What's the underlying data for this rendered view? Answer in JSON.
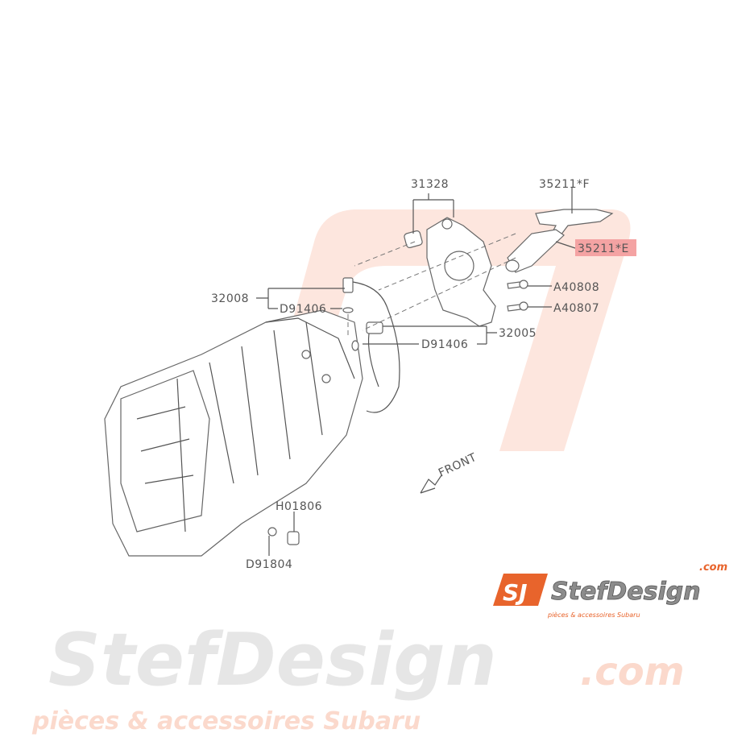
{
  "watermark": {
    "brand": "StefDesign",
    "domain": ".com",
    "tagline": "pièces & accessoires Subaru"
  },
  "logo": {
    "mark": "SJ",
    "brand": "StefDesign",
    "domain": ".com",
    "tagline": "pièces & accessoires Subaru"
  },
  "colors": {
    "highlight": "#f4a3a3",
    "brand_orange": "#e8642c",
    "line": "#555555"
  },
  "callouts": [
    {
      "part": "31328"
    },
    {
      "part": "35211*F"
    },
    {
      "part": "35211*E",
      "highlighted": true
    },
    {
      "part": "32008"
    },
    {
      "part": "D91406"
    },
    {
      "part": "A40808"
    },
    {
      "part": "A40807"
    },
    {
      "part": "32005"
    },
    {
      "part": "D91406"
    },
    {
      "part": "H01806"
    },
    {
      "part": "D91804"
    }
  ],
  "direction_label": "FRONT"
}
